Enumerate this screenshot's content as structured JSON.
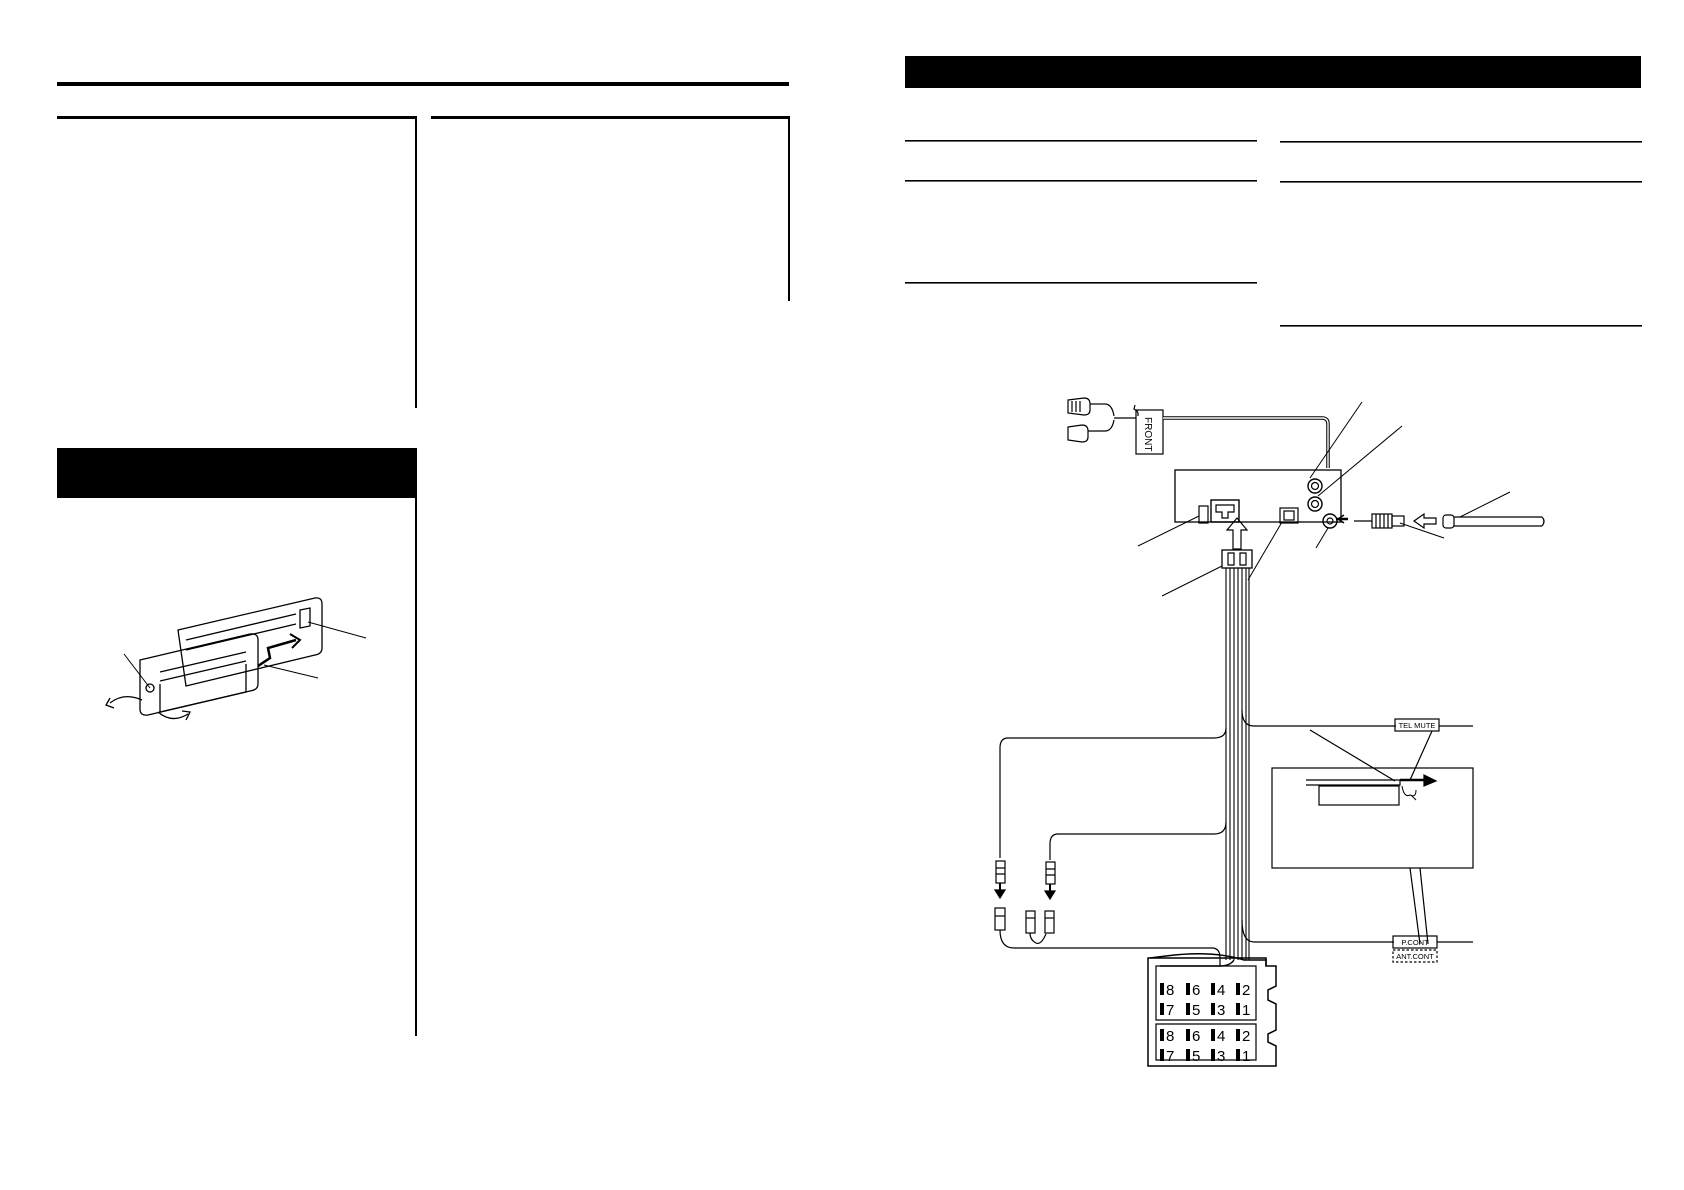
{
  "diagram": {
    "front_label": "FRONT",
    "tel_mute_label": "TEL MUTE",
    "p_cont_label": "P.CONT",
    "ant_cont_label": "ANT.CONT",
    "connector_pins": {
      "row_top": [
        "8",
        "6",
        "4",
        "2"
      ],
      "row_bottom": [
        "7",
        "5",
        "3",
        "1"
      ]
    }
  }
}
